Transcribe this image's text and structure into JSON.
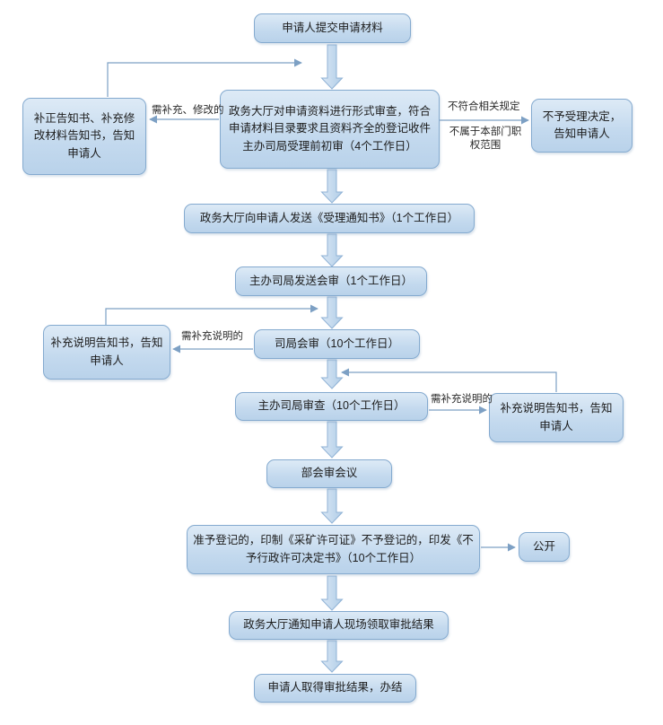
{
  "diagram": {
    "nodes": {
      "submit": {
        "label": "申请人提交申请材料"
      },
      "formalReview": {
        "label": "政务大厅对申请资料进行形式审查，符合申请材料目录要求且资料齐全的登记收件主办司局受理前初审（4个工作日）"
      },
      "correctionNotice": {
        "label": "补正告知书、补充修改材料告知书，告知申请人"
      },
      "rejectDecision": {
        "label": "不予受理决定，告知申请人"
      },
      "acceptanceNotice": {
        "label": "政务大厅向申请人发送《受理通知书》（1个工作日）"
      },
      "sendJointReview": {
        "label": "主办司局发送会审（1个工作日）"
      },
      "bureauJointReview": {
        "label": "司局会审（10个工作日）"
      },
      "supplementNoticeLeft": {
        "label": "补充说明告知书，告知申请人"
      },
      "leadBureauReview": {
        "label": "主办司局审查（10个工作日）"
      },
      "supplementNoticeRight": {
        "label": "补充说明告知书，告知申请人"
      },
      "ministryMeeting": {
        "label": "部会审会议"
      },
      "registrationDecision": {
        "label": "准予登记的，印制《采矿许可证》不予登记的，印发《不予行政许可决定书》（10个工作日）"
      },
      "publish": {
        "label": "公开"
      },
      "notifyResult": {
        "label": "政务大厅通知申请人现场领取审批结果"
      },
      "obtainResult": {
        "label": "申请人取得审批结果，办结"
      }
    },
    "edgeLabels": {
      "needSupplementModify": "需补充、修改的",
      "notConform": "不符合相关规定",
      "notAuthority": "不属于本部门职权范围",
      "needSupplementExplainLeft": "需补充说明的",
      "needSupplementExplainRight": "需补充说明的"
    },
    "colors": {
      "nodeFill": "#c3d9ee",
      "nodeFillTop": "#ddeaf6",
      "nodeBorder": "#84aacf",
      "blockArrowFill": "#bdd4ea",
      "blockArrowBorder": "#8fb2d5",
      "connectorLine": "#7da0c4",
      "text": "#1c1c1c",
      "background": "#ffffff"
    }
  }
}
